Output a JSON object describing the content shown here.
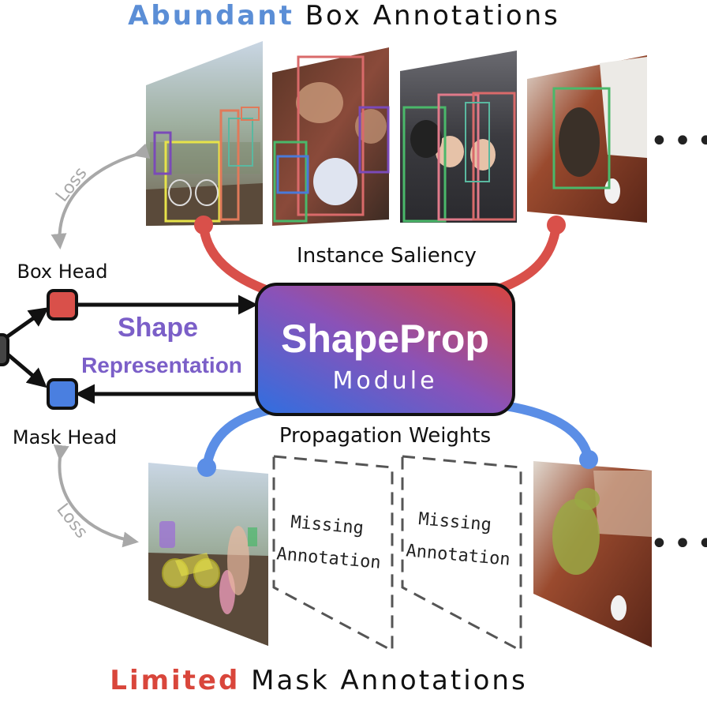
{
  "title_top": {
    "highlight": "Abundant",
    "rest": " Box Annotations",
    "highlight_color": "#5b8ed6"
  },
  "title_bottom": {
    "highlight": "Limited",
    "rest": " Mask Annotations",
    "highlight_color": "#d9463b"
  },
  "module": {
    "name": "ShapeProp",
    "subtitle": "Module"
  },
  "labels": {
    "instance_saliency": "Instance Saliency",
    "propagation_weights": "Propagation Weights",
    "shape": "Shape",
    "representation": "Representation",
    "box_head": "Box Head",
    "mask_head": "Mask Head",
    "loss_top": "Loss",
    "loss_bottom": "Loss"
  },
  "missing_panels": [
    "Missing Annotation",
    "Missing Annotation"
  ],
  "missing_lines": [
    "Missing",
    "Annotation"
  ],
  "ellipsis": "•••",
  "colors": {
    "blue": "#5b8ed6",
    "red": "#d9463b",
    "purple": "#7b5fc8",
    "module_blue": "#2f6fe0",
    "module_red": "#d8443e",
    "box_head_fill": "#d9504a",
    "mask_head_fill": "#4a7fe0",
    "loss_gray": "#a8a8a8"
  }
}
